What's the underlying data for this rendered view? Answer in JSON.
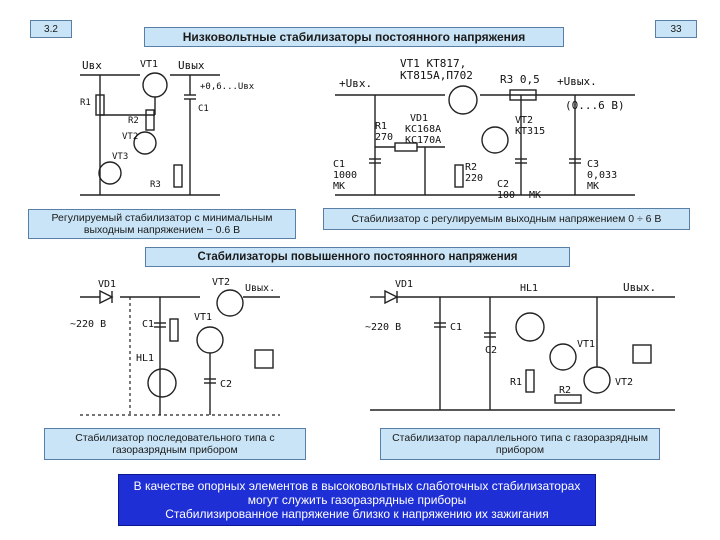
{
  "page_left": "3.2",
  "page_right": "33",
  "title_low": "Низковольтные стабилизаторы постоянного напряжения",
  "title_high": "Стабилизаторы повышенного постоянного напряжения",
  "caption_tl": "Регулируемый стабилизатор с минимальным выходным напряжением ~ 0.6 В",
  "caption_tr": "Стабилизатор с регулируемым выходным напряжением 0 ÷ 6 В",
  "caption_bl": "Стабилизатор последовательного типа с газоразрядным прибором",
  "caption_br": "Стабилизатор параллельного типа с газоразрядным прибором",
  "note": "В качестве опорных элементов в высоковольтных слаботочных стабилизаторах могут служить газоразрядные приборы\nСтабилизированное напряжение близко к напряжению их зажигания",
  "circuit_tl": {
    "uin": "Uвх",
    "uout": "Uвых",
    "range": "+0,6...Uвх",
    "vt1": "VT1",
    "vt2": "VT2",
    "vt3": "VT3",
    "r1": "R1",
    "r2": "R2",
    "r3": "R3",
    "c1": "C1"
  },
  "circuit_tr": {
    "vt1_types": "VT1 КТ817,",
    "vt1_types2": "КТ815А,П702",
    "r3": "R3 0,5",
    "uin": "+Uвх.",
    "uout": "+Uвых.",
    "range": "(0...6 В)",
    "vd1": "VD1",
    "vd1_types": "КС168А",
    "vd1_types2": "КС170А",
    "vt2": "VT2",
    "vt2_type": "КТ315",
    "r1": "R1",
    "r1_val": "270",
    "r2": "R2",
    "r2_val": "220",
    "c1": "C1",
    "c1_val": "1000",
    "c1_unit": "МК",
    "c2": "C2",
    "c2_val": "100",
    "c2_unit": "МК",
    "c3": "C3",
    "c3_val": "0,033",
    "c3_unit": "МК"
  },
  "circuit_bl": {
    "vd1": "VD1",
    "vt1": "VT1",
    "vt2": "VT2",
    "uout": "Uвых.",
    "uin": "~220 В",
    "c1": "C1",
    "c2": "C2",
    "hl1": "HL1"
  },
  "circuit_br": {
    "vd1": "VD1",
    "hl1": "HL1",
    "uout": "Uвых.",
    "uin": "~220 В",
    "c1": "C1",
    "c2": "C2",
    "vt1": "VT1",
    "vt2": "VT2",
    "r1": "R1",
    "r2": "R2"
  }
}
